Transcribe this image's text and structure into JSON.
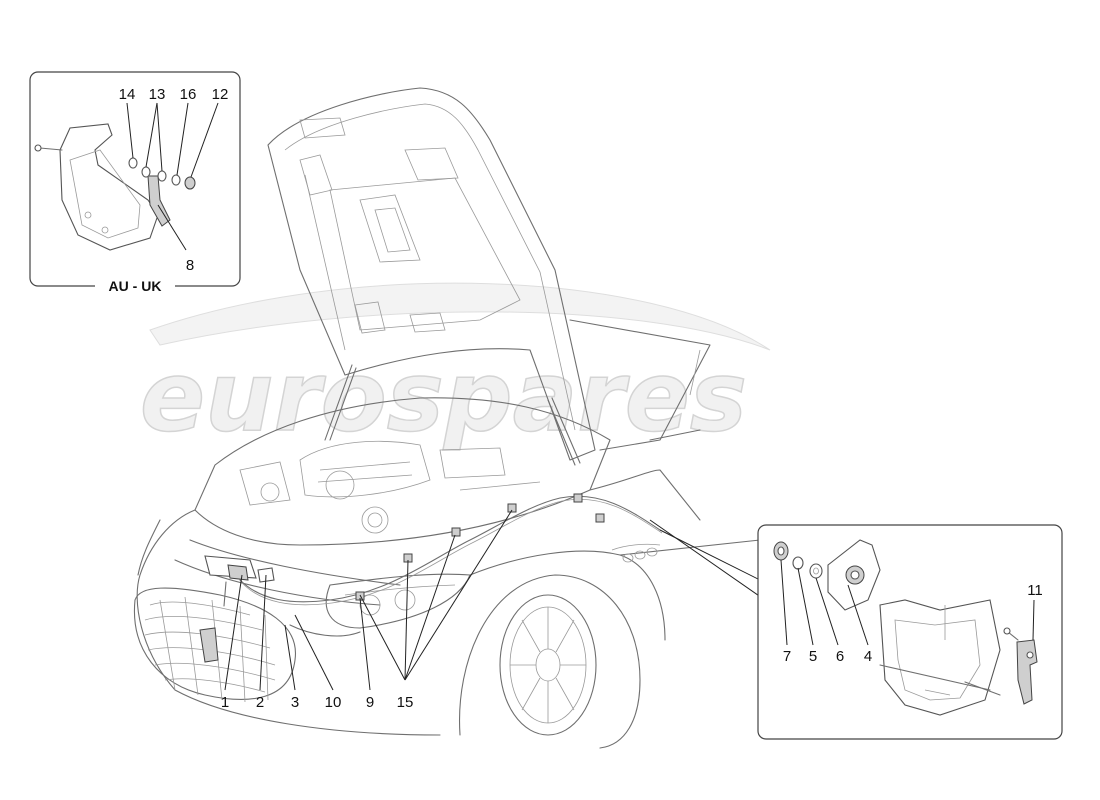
{
  "watermark": {
    "text": "eurospares"
  },
  "inset_au_uk": {
    "caption": "AU - UK",
    "callouts": [
      "14",
      "13",
      "16",
      "12",
      "8"
    ]
  },
  "inset_latch": {
    "callouts": [
      "7",
      "5",
      "6",
      "4",
      "11"
    ]
  },
  "main_callouts": [
    "1",
    "2",
    "3",
    "10",
    "9",
    "15"
  ]
}
